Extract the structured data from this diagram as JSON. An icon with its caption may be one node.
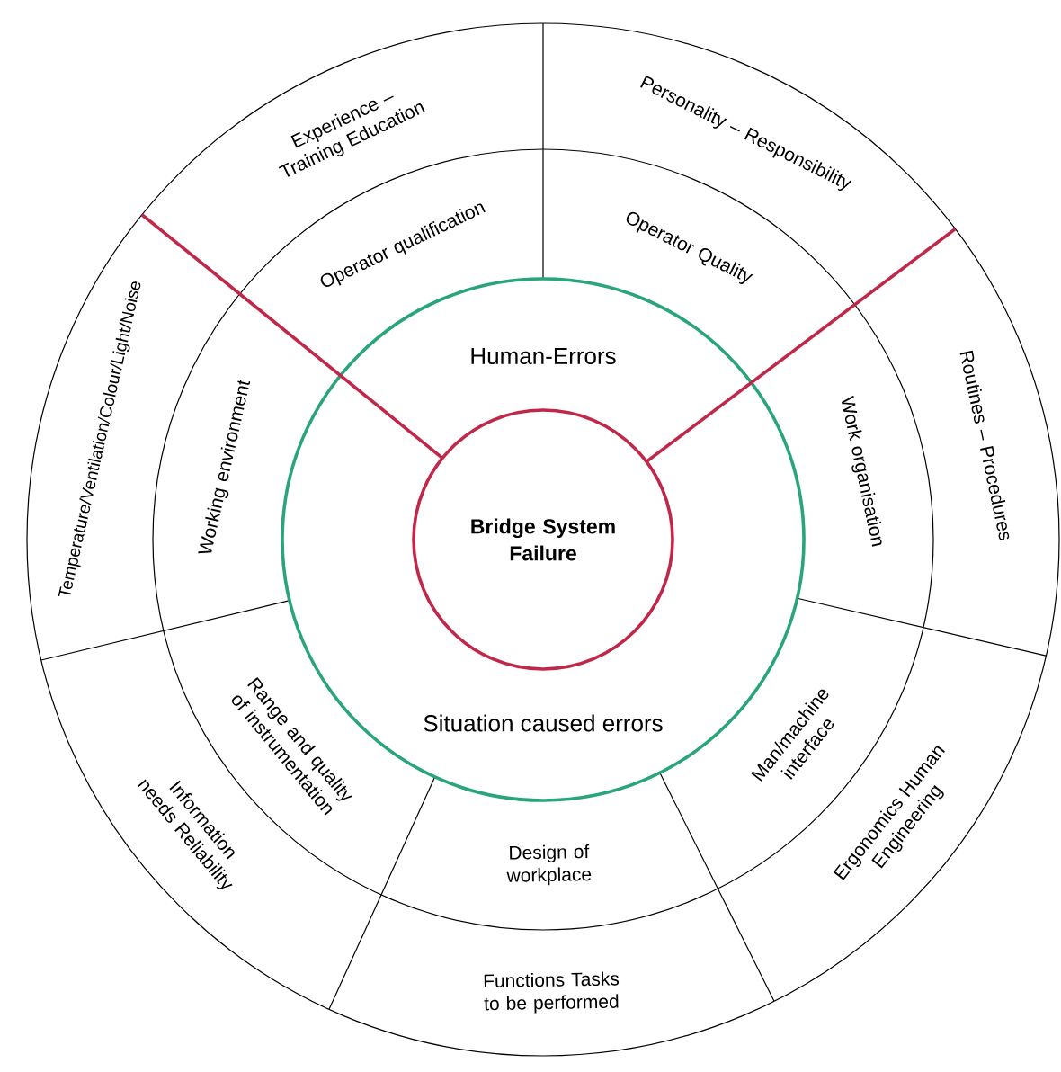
{
  "diagram": {
    "nodes": [
      {
        "text": [
          "Human-Errors",
          "Situation caused errors"
        ]
      },
      {
        "text": [
          "Bridge System Failure"
        ],
        "in": 0
      },
      {
        "text": [
          "Operator qualification"
        ]
      },
      {
        "text": [
          "Operator Quality"
        ]
      },
      {
        "text": [
          "Work organisation"
        ]
      },
      {
        "text": [
          "Man/machine interface"
        ]
      },
      {
        "text": [
          "Design of workplace"
        ]
      },
      {
        "text": [
          "Range and quality of instrumentation"
        ]
      },
      {
        "text": [
          "Working environment"
        ]
      },
      {
        "text": [
          "Experience – Training Education"
        ]
      },
      {
        "text": [
          "Personality – Responsibility"
        ]
      },
      {
        "text": [
          "Routines – Procedures"
        ]
      },
      {
        "text": [
          "Ergonomics Human Engineering"
        ]
      },
      {
        "text": [
          "Functions Tasks to be performed"
        ]
      },
      {
        "text": [
          "Information needs Reliability"
        ]
      },
      {
        "text": [
          "Temperature/Ventilation/Colour/Light/Noise"
        ]
      }
    ]
  }
}
